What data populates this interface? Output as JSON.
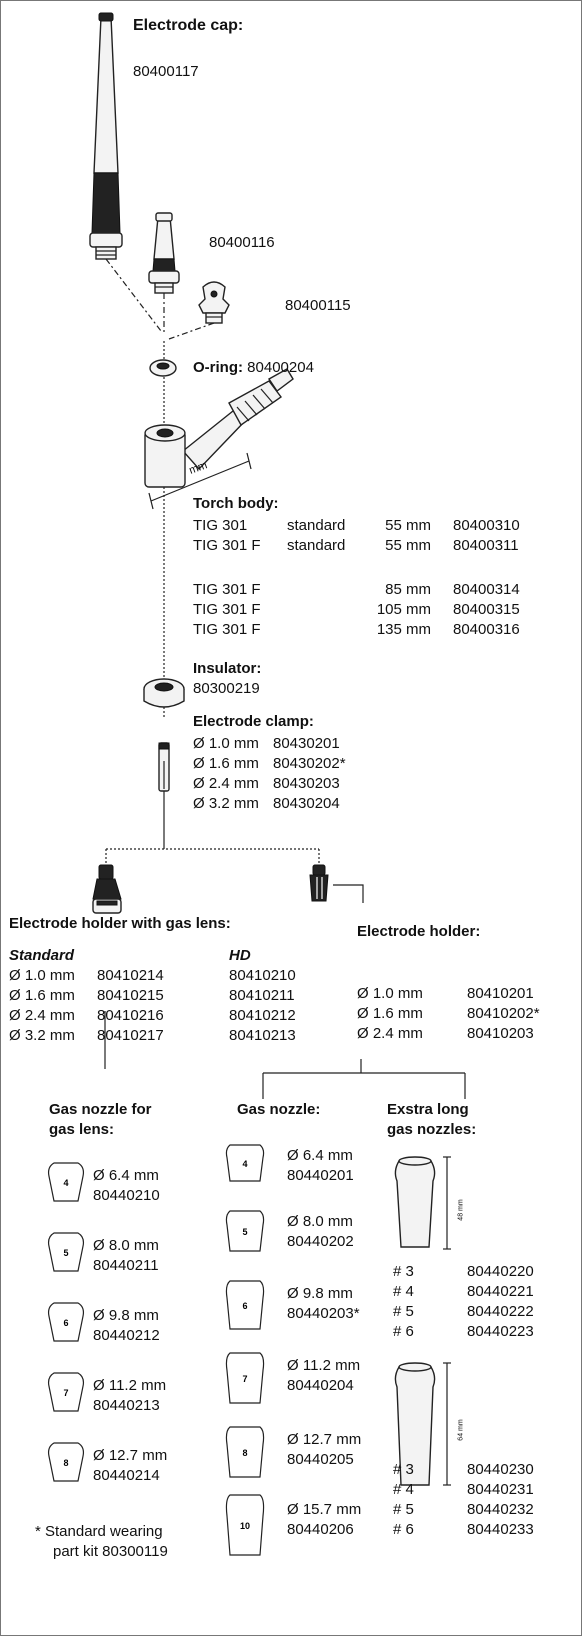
{
  "electrode_cap": {
    "title": "Electrode cap:",
    "parts": [
      "80400117",
      "80400116",
      "80400115"
    ]
  },
  "oring": {
    "label": "O-ring:",
    "number": "80400204"
  },
  "torch_body": {
    "title": "Torch body:",
    "dim_label": "mm",
    "rows": [
      [
        "TIG 301",
        "standard",
        "55 mm",
        "80400310"
      ],
      [
        "TIG 301 F",
        "standard",
        "55 mm",
        "80400311"
      ],
      [
        "TIG 301 F",
        "",
        "85 mm",
        "80400314"
      ],
      [
        "TIG 301 F",
        "",
        "105 mm",
        "80400315"
      ],
      [
        "TIG 301 F",
        "",
        "135 mm",
        "80400316"
      ]
    ]
  },
  "insulator": {
    "title": "Insulator:",
    "number": "80300219"
  },
  "electrode_clamp": {
    "title": "Electrode clamp:",
    "rows": [
      [
        "Ø 1.0 mm",
        "80430201"
      ],
      [
        "Ø 1.6 mm",
        "80430202*"
      ],
      [
        "Ø 2.4 mm",
        "80430203"
      ],
      [
        "Ø 3.2 mm",
        "80430204"
      ]
    ]
  },
  "holder_gas_lens": {
    "title": "Electrode holder with gas lens:",
    "col_standard": "Standard",
    "col_hd": "HD",
    "rows": [
      [
        "Ø 1.0 mm",
        "80410214",
        "80410210"
      ],
      [
        "Ø 1.6 mm",
        "80410215",
        "80410211"
      ],
      [
        "Ø 2.4 mm",
        "80410216",
        "80410212"
      ],
      [
        "Ø 3.2 mm",
        "80410217",
        "80410213"
      ]
    ]
  },
  "holder": {
    "title": "Electrode holder:",
    "rows": [
      [
        "Ø 1.0 mm",
        "80410201"
      ],
      [
        "Ø 1.6 mm",
        "80410202*"
      ],
      [
        "Ø 2.4 mm",
        "80410203"
      ]
    ]
  },
  "nozzle_gas_lens": {
    "title_1": "Gas nozzle for",
    "title_2": "gas lens:",
    "items": [
      {
        "size": "4",
        "dia": "Ø 6.4 mm",
        "number": "80440210"
      },
      {
        "size": "5",
        "dia": "Ø 8.0 mm",
        "number": "80440211"
      },
      {
        "size": "6",
        "dia": "Ø 9.8 mm",
        "number": "80440212"
      },
      {
        "size": "7",
        "dia": "Ø 11.2 mm",
        "number": "80440213"
      },
      {
        "size": "8",
        "dia": "Ø 12.7 mm",
        "number": "80440214"
      }
    ]
  },
  "gas_nozzle": {
    "title": "Gas nozzle:",
    "items": [
      {
        "size": "4",
        "dia": "Ø 6.4 mm",
        "number": "80440201"
      },
      {
        "size": "5",
        "dia": "Ø 8.0 mm",
        "number": "80440202"
      },
      {
        "size": "6",
        "dia": "Ø 9.8 mm",
        "number": "80440203*"
      },
      {
        "size": "7",
        "dia": "Ø 11.2 mm",
        "number": "80440204"
      },
      {
        "size": "8",
        "dia": "Ø 12.7 mm",
        "number": "80440205"
      },
      {
        "size": "10",
        "dia": "Ø 15.7 mm",
        "number": "80440206"
      }
    ]
  },
  "long_nozzles": {
    "title_1": "Exstra long",
    "title_2": "gas nozzles:",
    "group_1_length": "48 mm",
    "group_2_length": "64 mm",
    "group_1": [
      [
        "# 3",
        "80440220"
      ],
      [
        "# 4",
        "80440221"
      ],
      [
        "# 5",
        "80440222"
      ],
      [
        "# 6",
        "80440223"
      ]
    ],
    "group_2": [
      [
        "# 3",
        "80440230"
      ],
      [
        "# 4",
        "80440231"
      ],
      [
        "# 5",
        "80440232"
      ],
      [
        "# 6",
        "80440233"
      ]
    ]
  },
  "footnote": {
    "line_1": "*  Standard wearing",
    "line_2": "part kit 80300119"
  }
}
